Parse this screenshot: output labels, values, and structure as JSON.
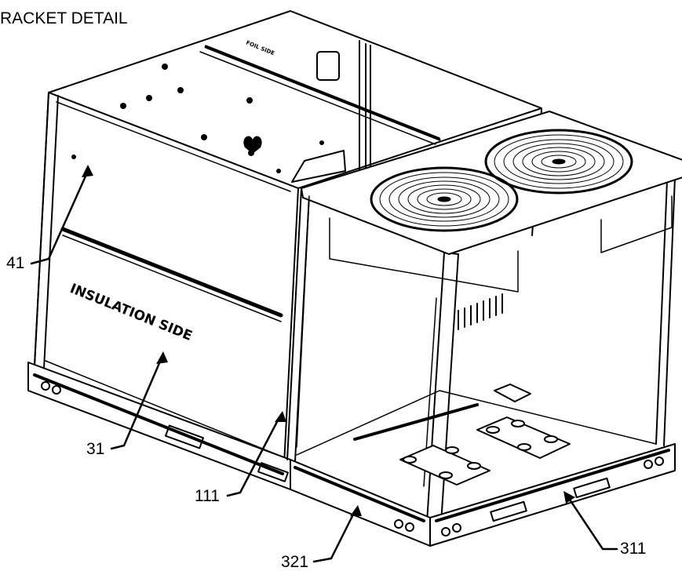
{
  "title": "RACKET DETAIL",
  "stencil": "INSULATION SIDE",
  "small_stencil": "FOIL SIDE",
  "callouts": {
    "c41": "41",
    "c31": "31",
    "c111": "111",
    "c321": "321",
    "c311": "311"
  }
}
